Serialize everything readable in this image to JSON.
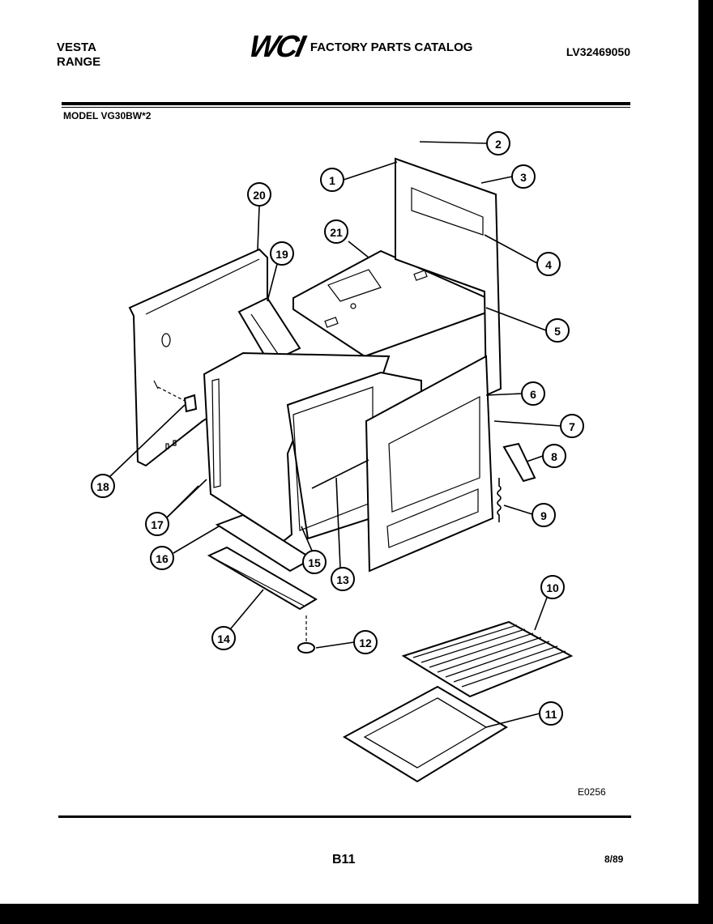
{
  "header": {
    "brand_line1": "VESTA",
    "brand_line2": "RANGE",
    "logo": "WCI",
    "catalog_title": "FACTORY PARTS CATALOG",
    "catalog_number": "LV32469050",
    "model": "MODEL VG30BW*2"
  },
  "diagram": {
    "code": "E0256",
    "callouts": [
      "1",
      "2",
      "3",
      "4",
      "5",
      "6",
      "7",
      "8",
      "9",
      "10",
      "11",
      "12",
      "13",
      "14",
      "15",
      "16",
      "17",
      "18",
      "19",
      "20",
      "21"
    ]
  },
  "footer": {
    "page": "B11",
    "date": "8/89"
  }
}
